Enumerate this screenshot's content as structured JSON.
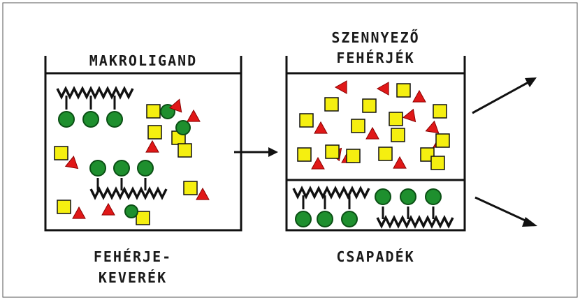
{
  "labels": {
    "macroligand": "MAKROLIGAND",
    "contaminants_line1": "SZENNYEZŐ",
    "contaminants_line2": "FEHÉRJÉK",
    "mixture_line1": "FEHÉRJE-",
    "mixture_line2": "KEVERÉK",
    "precipitate": "CSAPADÉK"
  },
  "colors": {
    "ligand_green": "#1e8f2e",
    "ligand_edge": "#0a4f14",
    "protein_yellow": "#f5ef10",
    "protein_red": "#e01818",
    "ink": "#111111"
  },
  "icons": {
    "square_protein": "yellow-square",
    "triangle_protein": "red-triangle",
    "ligand_bead": "green-circle",
    "polymer_chain": "zigzag-line"
  }
}
